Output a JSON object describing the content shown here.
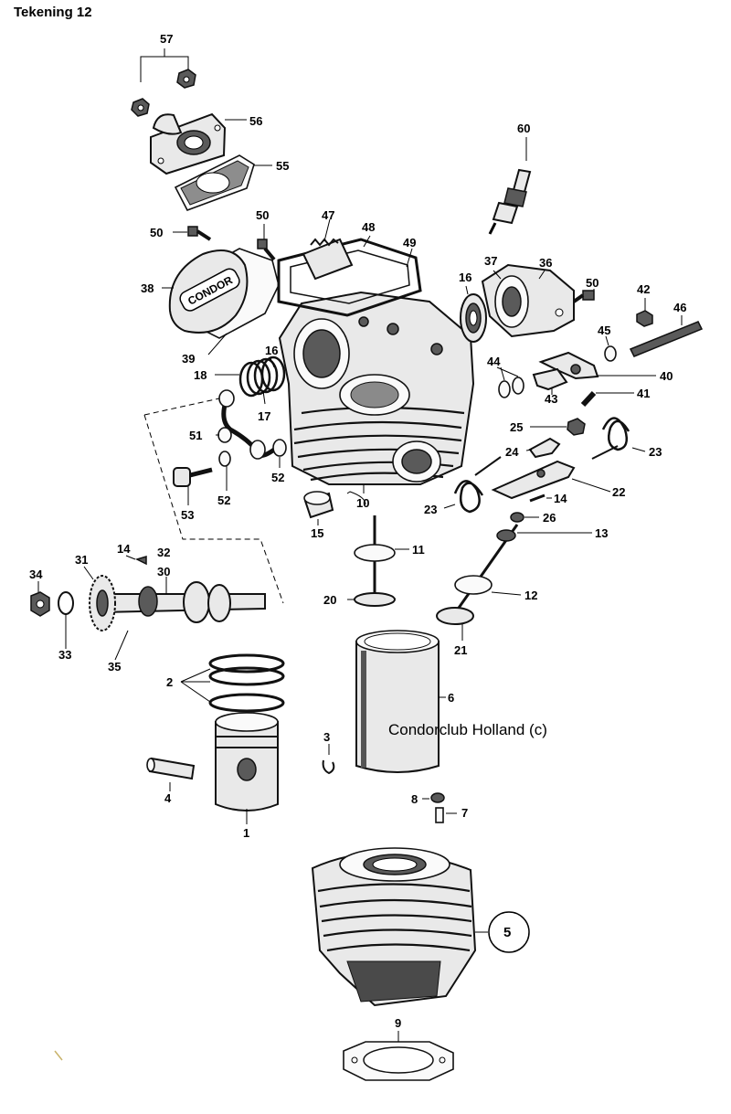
{
  "title": "Tekening 12",
  "credit": "Condorclub Holland (c)",
  "labels": {
    "l1": "1",
    "l2": "2",
    "l3": "3",
    "l4": "4",
    "l5": "5",
    "l6": "6",
    "l7": "7",
    "l8": "8",
    "l9": "9",
    "l10": "10",
    "l11": "11",
    "l12": "12",
    "l13": "13",
    "l14a": "14",
    "l14b": "14",
    "l15": "15",
    "l16a": "16",
    "l16b": "16",
    "l17": "17",
    "l18": "18",
    "l20": "20",
    "l21": "21",
    "l22": "22",
    "l23a": "23",
    "l23b": "23",
    "l24": "24",
    "l25": "25",
    "l26": "26",
    "l30": "30",
    "l31": "31",
    "l32": "32",
    "l33": "33",
    "l34": "34",
    "l35": "35",
    "l36": "36",
    "l37": "37",
    "l38": "38",
    "l39": "39",
    "l40": "40",
    "l41": "41",
    "l42": "42",
    "l43": "43",
    "l44": "44",
    "l45": "45",
    "l46": "46",
    "l47": "47",
    "l48": "48",
    "l49": "49",
    "l50a": "50",
    "l50b": "50",
    "l50c": "50",
    "l51": "51",
    "l52a": "52",
    "l52b": "52",
    "l53": "53",
    "l55": "55",
    "l56": "56",
    "l57": "57",
    "l60": "60"
  },
  "cover_logo": "CONDOR"
}
